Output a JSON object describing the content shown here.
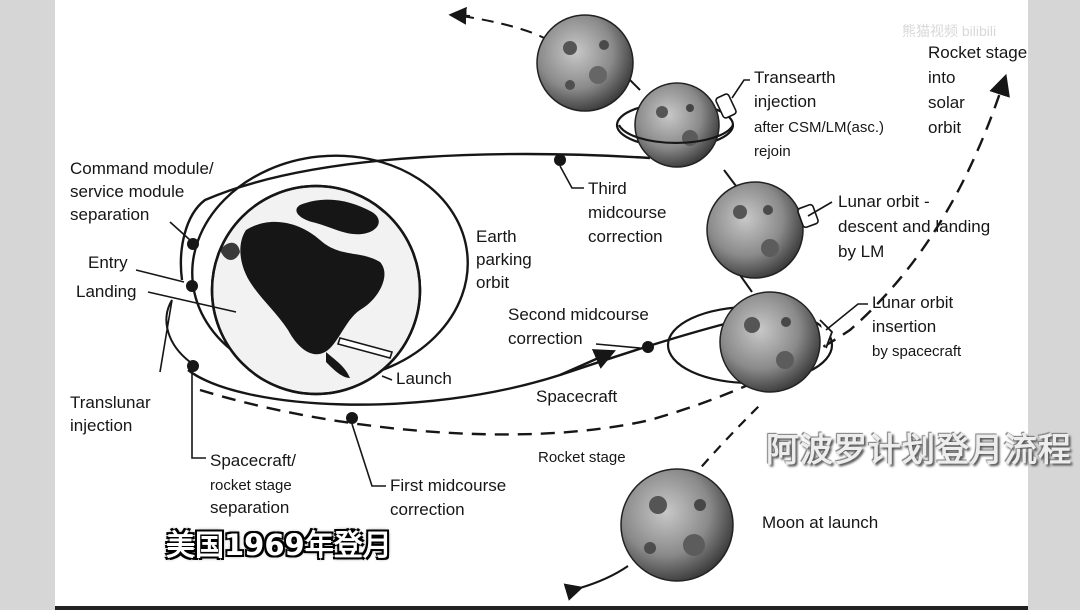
{
  "labels": {
    "rocket_stage_solar": [
      "Rocket stage",
      "into",
      "solar",
      "orbit"
    ],
    "transearth": [
      "Transearth",
      "injection"
    ],
    "transearth_note": [
      "after CSM/LM(asc.)",
      "rejoin"
    ],
    "cm_sm_sep": [
      "Command module/",
      "service module",
      "separation"
    ],
    "third_mid": [
      "Third",
      "midcourse",
      "correction"
    ],
    "lunar_descent": [
      "Lunar orbit -",
      "descent and landing",
      "by LM"
    ],
    "entry": "Entry",
    "landing": "Landing",
    "earth_parking": [
      "Earth",
      "parking",
      "orbit"
    ],
    "second_mid": [
      "Second midcourse",
      "correction"
    ],
    "lunar_insertion": [
      "Lunar orbit",
      "insertion",
      "by spacecraft"
    ],
    "launch": "Launch",
    "spacecraft": "Spacecraft",
    "translunar": [
      "Translunar",
      "injection"
    ],
    "rocket_stage": "Rocket stage",
    "sc_rocket_sep": [
      "Spacecraft/",
      "rocket stage",
      "separation"
    ],
    "first_mid": [
      "First midcourse",
      "correction"
    ],
    "moon_at_launch": "Moon at launch"
  },
  "captions": {
    "bottom": "美国1969年登月",
    "right": "阿波罗计划登月流程",
    "watermark": "熊猫视频 bilibili"
  },
  "colors": {
    "line": "#161616",
    "paper": "#ffffff",
    "moon_base": "#8a8a8a"
  }
}
